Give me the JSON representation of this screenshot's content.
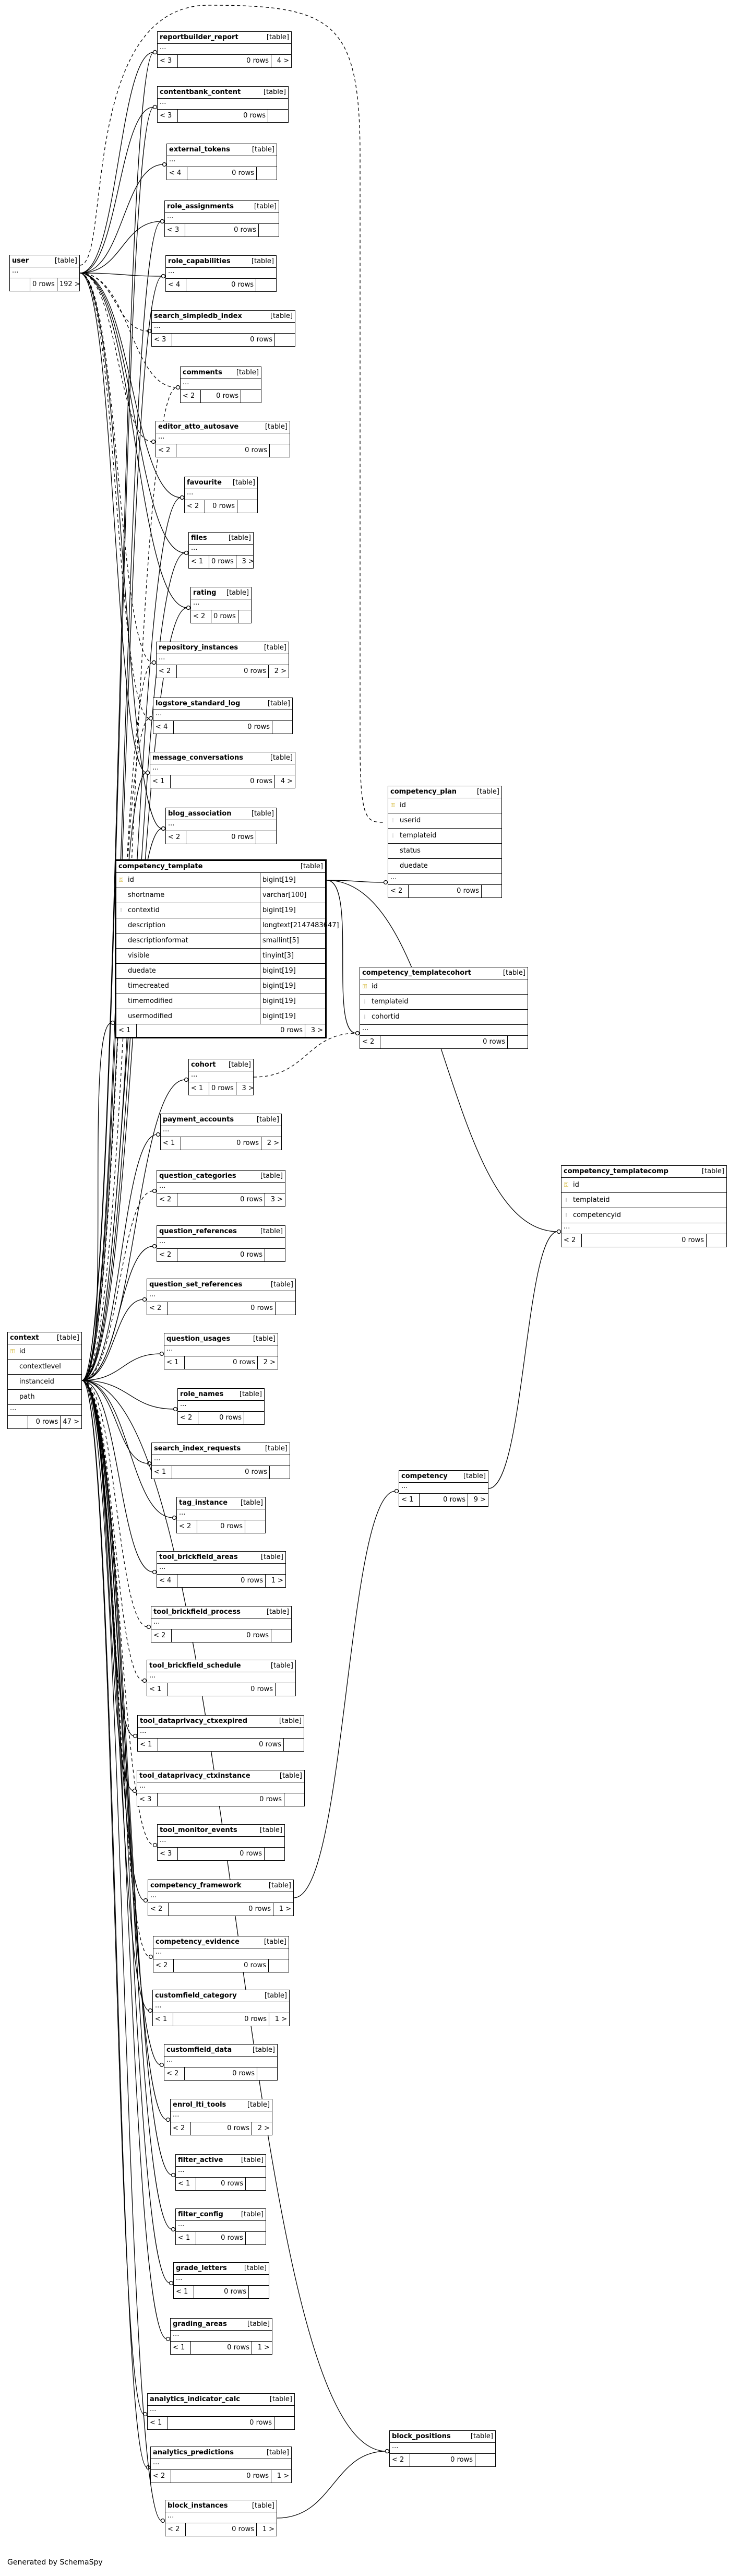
{
  "footer": "Generated by SchemaSpy",
  "table_type_label": "[table]",
  "ellipsis": "...",
  "tables": [
    {
      "id": "reportbuilder_report",
      "name": "reportbuilder_report",
      "left": "< 3",
      "rows": "0 rows",
      "right": "4 >"
    },
    {
      "id": "contentbank_content",
      "name": "contentbank_content",
      "left": "< 3",
      "rows": "0 rows",
      "right": ""
    },
    {
      "id": "external_tokens",
      "name": "external_tokens",
      "left": "< 4",
      "rows": "0 rows",
      "right": ""
    },
    {
      "id": "role_assignments",
      "name": "role_assignments",
      "left": "< 3",
      "rows": "0 rows",
      "right": ""
    },
    {
      "id": "user",
      "name": "user",
      "left": "",
      "rows": "0 rows",
      "right": "192 >"
    },
    {
      "id": "role_capabilities",
      "name": "role_capabilities",
      "left": "< 4",
      "rows": "0 rows",
      "right": ""
    },
    {
      "id": "search_simpledb_index",
      "name": "search_simpledb_index",
      "left": "< 3",
      "rows": "0 rows",
      "right": ""
    },
    {
      "id": "comments",
      "name": "comments",
      "left": "< 2",
      "rows": "0 rows",
      "right": ""
    },
    {
      "id": "editor_atto_autosave",
      "name": "editor_atto_autosave",
      "left": "< 2",
      "rows": "0 rows",
      "right": ""
    },
    {
      "id": "favourite",
      "name": "favourite",
      "left": "< 2",
      "rows": "0 rows",
      "right": ""
    },
    {
      "id": "files",
      "name": "files",
      "left": "< 1",
      "rows": "0 rows",
      "right": "3 >"
    },
    {
      "id": "rating",
      "name": "rating",
      "left": "< 2",
      "rows": "0 rows",
      "right": ""
    },
    {
      "id": "repository_instances",
      "name": "repository_instances",
      "left": "< 2",
      "rows": "0 rows",
      "right": "2 >"
    },
    {
      "id": "logstore_standard_log",
      "name": "logstore_standard_log",
      "left": "< 4",
      "rows": "0 rows",
      "right": ""
    },
    {
      "id": "message_conversations",
      "name": "message_conversations",
      "left": "< 1",
      "rows": "0 rows",
      "right": "4 >"
    },
    {
      "id": "blog_association",
      "name": "blog_association",
      "left": "< 2",
      "rows": "0 rows",
      "right": ""
    },
    {
      "id": "competency_plan",
      "name": "competency_plan",
      "cols": [
        {
          "name": "id",
          "key": "pk"
        },
        {
          "name": "userid",
          "key": "fk"
        },
        {
          "name": "templateid",
          "key": "fk"
        },
        {
          "name": "status",
          "key": ""
        },
        {
          "name": "duedate",
          "key": ""
        }
      ],
      "left": "< 2",
      "rows": "0 rows",
      "right": ""
    },
    {
      "id": "competency_template",
      "name": "competency_template",
      "main": true,
      "cols": [
        {
          "name": "id",
          "type": "bigint[19]",
          "key": "pk"
        },
        {
          "name": "shortname",
          "type": "varchar[100]",
          "key": ""
        },
        {
          "name": "contextid",
          "type": "bigint[19]",
          "key": "fk"
        },
        {
          "name": "description",
          "type": "longtext[2147483647]",
          "key": ""
        },
        {
          "name": "descriptionformat",
          "type": "smallint[5]",
          "key": ""
        },
        {
          "name": "visible",
          "type": "tinyint[3]",
          "key": ""
        },
        {
          "name": "duedate",
          "type": "bigint[19]",
          "key": ""
        },
        {
          "name": "timecreated",
          "type": "bigint[19]",
          "key": ""
        },
        {
          "name": "timemodified",
          "type": "bigint[19]",
          "key": ""
        },
        {
          "name": "usermodified",
          "type": "bigint[19]",
          "key": ""
        }
      ],
      "left": "< 1",
      "rows": "0 rows",
      "right": "3 >"
    },
    {
      "id": "competency_templatecohort",
      "name": "competency_templatecohort",
      "cols": [
        {
          "name": "id",
          "key": "pk"
        },
        {
          "name": "templateid",
          "key": "fk"
        },
        {
          "name": "cohortid",
          "key": "fk"
        }
      ],
      "left": "< 2",
      "rows": "0 rows",
      "right": ""
    },
    {
      "id": "cohort",
      "name": "cohort",
      "left": "< 1",
      "rows": "0 rows",
      "right": "3 >"
    },
    {
      "id": "payment_accounts",
      "name": "payment_accounts",
      "left": "< 1",
      "rows": "0 rows",
      "right": "2 >"
    },
    {
      "id": "question_categories",
      "name": "question_categories",
      "left": "< 2",
      "rows": "0 rows",
      "right": "3 >"
    },
    {
      "id": "competency_templatecomp",
      "name": "competency_templatecomp",
      "cols": [
        {
          "name": "id",
          "key": "pk"
        },
        {
          "name": "templateid",
          "key": "fk"
        },
        {
          "name": "competencyid",
          "key": "fk"
        }
      ],
      "left": "< 2",
      "rows": "0 rows",
      "right": ""
    },
    {
      "id": "question_references",
      "name": "question_references",
      "left": "< 2",
      "rows": "0 rows",
      "right": ""
    },
    {
      "id": "question_set_references",
      "name": "question_set_references",
      "left": "< 2",
      "rows": "0 rows",
      "right": ""
    },
    {
      "id": "context",
      "name": "context",
      "cols": [
        {
          "name": "id",
          "key": "pk"
        },
        {
          "name": "contextlevel",
          "key": ""
        },
        {
          "name": "instanceid",
          "key": ""
        },
        {
          "name": "path",
          "key": ""
        }
      ],
      "left": "",
      "rows": "0 rows",
      "right": "47 >"
    },
    {
      "id": "question_usages",
      "name": "question_usages",
      "left": "< 1",
      "rows": "0 rows",
      "right": "2 >"
    },
    {
      "id": "role_names",
      "name": "role_names",
      "left": "< 2",
      "rows": "0 rows",
      "right": ""
    },
    {
      "id": "search_index_requests",
      "name": "search_index_requests",
      "left": "< 1",
      "rows": "0 rows",
      "right": ""
    },
    {
      "id": "competency",
      "name": "competency",
      "left": "< 1",
      "rows": "0 rows",
      "right": "9 >"
    },
    {
      "id": "tag_instance",
      "name": "tag_instance",
      "left": "< 2",
      "rows": "0 rows",
      "right": ""
    },
    {
      "id": "tool_brickfield_areas",
      "name": "tool_brickfield_areas",
      "left": "< 4",
      "rows": "0 rows",
      "right": "1 >"
    },
    {
      "id": "tool_brickfield_process",
      "name": "tool_brickfield_process",
      "left": "< 2",
      "rows": "0 rows",
      "right": ""
    },
    {
      "id": "tool_brickfield_schedule",
      "name": "tool_brickfield_schedule",
      "left": "< 1",
      "rows": "0 rows",
      "right": ""
    },
    {
      "id": "tool_dataprivacy_ctxexpired",
      "name": "tool_dataprivacy_ctxexpired",
      "left": "< 1",
      "rows": "0 rows",
      "right": ""
    },
    {
      "id": "tool_dataprivacy_ctxinstance",
      "name": "tool_dataprivacy_ctxinstance",
      "left": "< 3",
      "rows": "0 rows",
      "right": ""
    },
    {
      "id": "tool_monitor_events",
      "name": "tool_monitor_events",
      "left": "< 3",
      "rows": "0 rows",
      "right": ""
    },
    {
      "id": "competency_framework",
      "name": "competency_framework",
      "left": "< 2",
      "rows": "0 rows",
      "right": "1 >"
    },
    {
      "id": "competency_evidence",
      "name": "competency_evidence",
      "left": "< 2",
      "rows": "0 rows",
      "right": ""
    },
    {
      "id": "customfield_category",
      "name": "customfield_category",
      "left": "< 1",
      "rows": "0 rows",
      "right": "1 >"
    },
    {
      "id": "customfield_data",
      "name": "customfield_data",
      "left": "< 2",
      "rows": "0 rows",
      "right": ""
    },
    {
      "id": "enrol_lti_tools",
      "name": "enrol_lti_tools",
      "left": "< 2",
      "rows": "0 rows",
      "right": "2 >"
    },
    {
      "id": "filter_active",
      "name": "filter_active",
      "left": "< 1",
      "rows": "0 rows",
      "right": ""
    },
    {
      "id": "filter_config",
      "name": "filter_config",
      "left": "< 1",
      "rows": "0 rows",
      "right": ""
    },
    {
      "id": "grade_letters",
      "name": "grade_letters",
      "left": "< 1",
      "rows": "0 rows",
      "right": ""
    },
    {
      "id": "grading_areas",
      "name": "grading_areas",
      "left": "< 1",
      "rows": "0 rows",
      "right": "1 >"
    },
    {
      "id": "analytics_indicator_calc",
      "name": "analytics_indicator_calc",
      "left": "< 1",
      "rows": "0 rows",
      "right": ""
    },
    {
      "id": "block_positions",
      "name": "block_positions",
      "left": "< 2",
      "rows": "0 rows",
      "right": ""
    },
    {
      "id": "analytics_predictions",
      "name": "analytics_predictions",
      "left": "< 2",
      "rows": "0 rows",
      "right": "1 >"
    },
    {
      "id": "block_instances",
      "name": "block_instances",
      "left": "< 2",
      "rows": "0 rows",
      "right": "1 >"
    }
  ]
}
